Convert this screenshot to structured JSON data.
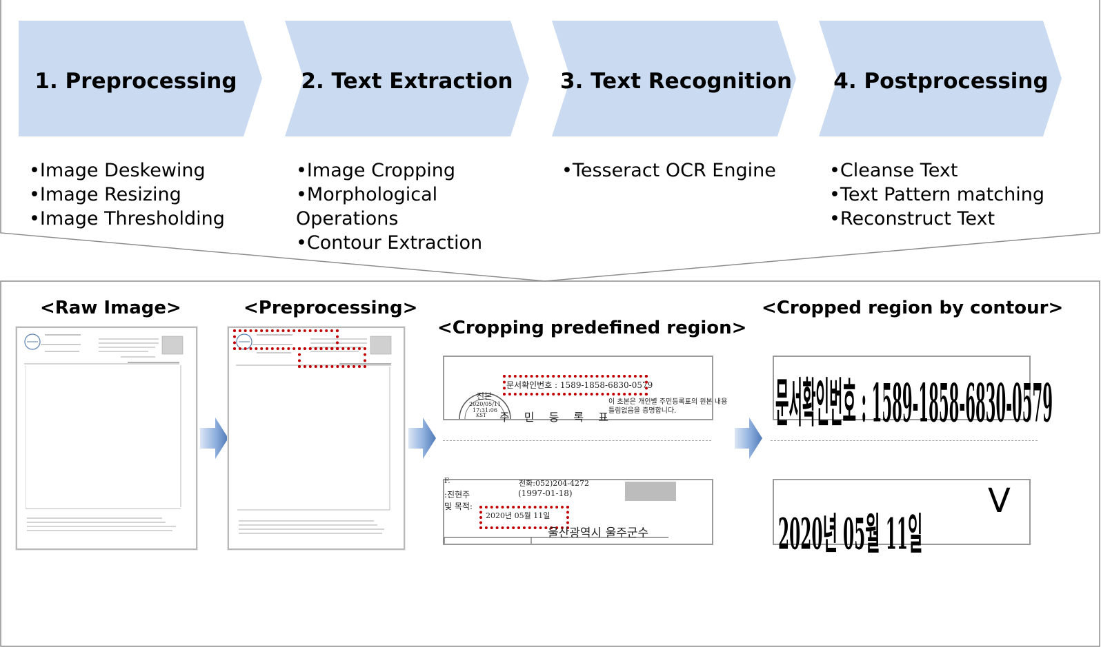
{
  "colors": {
    "chevron": "#c9daf1",
    "arrow_light": "#dbe6f5",
    "arrow_dark": "#4f79b8",
    "highlight": "#c00000"
  },
  "steps": [
    {
      "title": "1. Preprocessing",
      "bullets": [
        "•Image Deskewing",
        "•Image Resizing",
        "•Image Thresholding"
      ]
    },
    {
      "title": "2. Text Extraction",
      "bullets": [
        "•Image Cropping",
        "•Morphological Operations",
        "•Contour Extraction"
      ]
    },
    {
      "title": "3. Text Recognition",
      "bullets": [
        "•Tesseract OCR Engine"
      ]
    },
    {
      "title": "4. Postprocessing",
      "bullets": [
        "•Cleanse Text",
        "•Text Pattern matching",
        "•Reconstruct Text"
      ]
    }
  ],
  "sections": {
    "raw": "<Raw Image>",
    "pre": "<Preprocessing>",
    "crop": "<Cropping predefined region>",
    "contour": "<Cropped region by contour>"
  },
  "crops": {
    "top": {
      "field": "문서확인번호 : 1589-1858-6830-0579",
      "seal_main": "진본",
      "seal_date": "2020/05/11",
      "seal_time": "17:31:06",
      "seal_zone": "KST",
      "note_1": "이 초본은 개인별 주민등록표의 원본 내용",
      "note_2": "틀림없음을 증명합니다.",
      "footer": "주 민 등 록 표"
    },
    "bottom": {
      "phone": "전화:052)204-4272",
      "name": ":진현주",
      "birth": "(1997-01-18)",
      "purpose": "및 목적:",
      "date": "2020년 05월 11일",
      "office": "울산광역시 울주군수"
    }
  },
  "ocr": {
    "line1": "문서확인번호 : 1589-1858-6830-0579",
    "line2": "2020년 05월 11일",
    "mark": "V"
  }
}
